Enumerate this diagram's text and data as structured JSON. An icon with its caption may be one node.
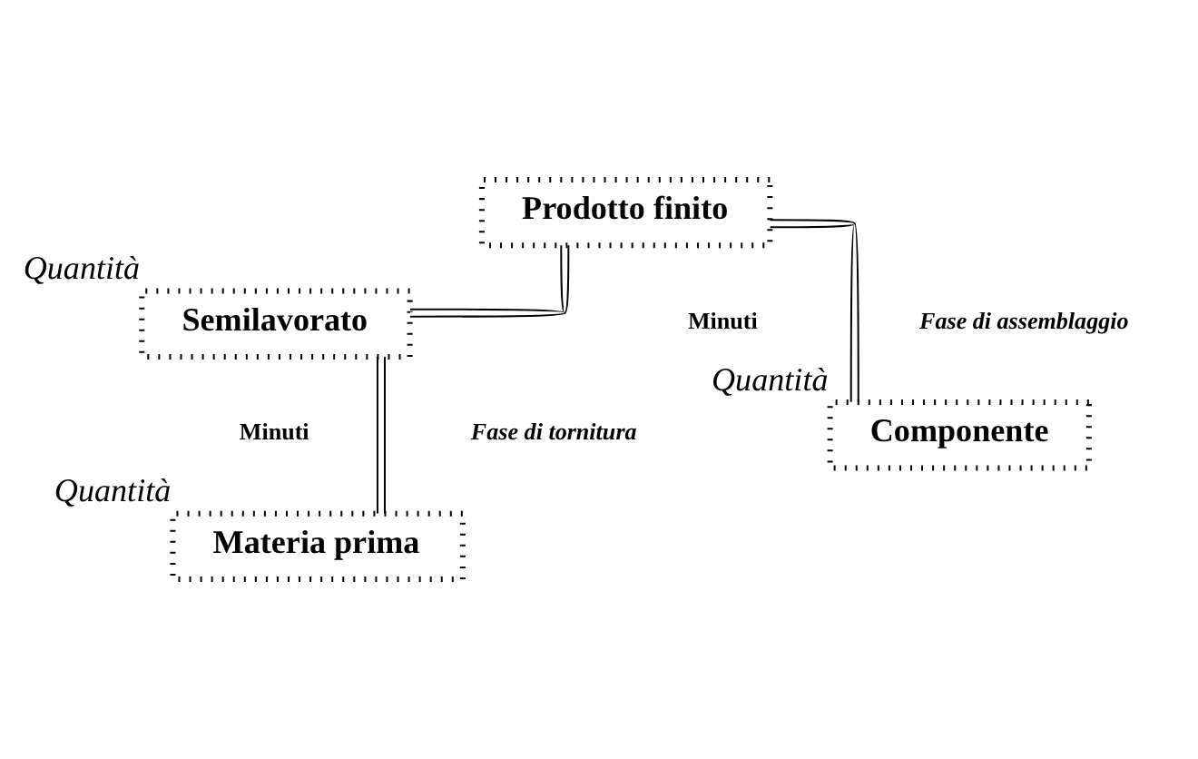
{
  "diagram": {
    "nodes": [
      {
        "text": [
          "Prodotto finito"
        ]
      },
      {
        "text": [
          "Componente"
        ],
        "beside": [
          "Quantità"
        ]
      },
      {
        "text": [
          "Semilavorato"
        ],
        "beside": [
          "Quantità"
        ]
      },
      {
        "text": [
          "Materia prima"
        ],
        "beside": [
          "Quantità"
        ]
      }
    ],
    "edges": [
      {
        "from": 0,
        "to": 1,
        "arrow": "none"
      },
      {
        "from": 0,
        "to": 2,
        "arrow": "none"
      },
      {
        "from": 2,
        "to": 3,
        "arrow": "none"
      }
    ],
    "labels": [
      "Minuti",
      "Fase di assemblaggio",
      "Minuti",
      "Fase di tornitura"
    ]
  }
}
